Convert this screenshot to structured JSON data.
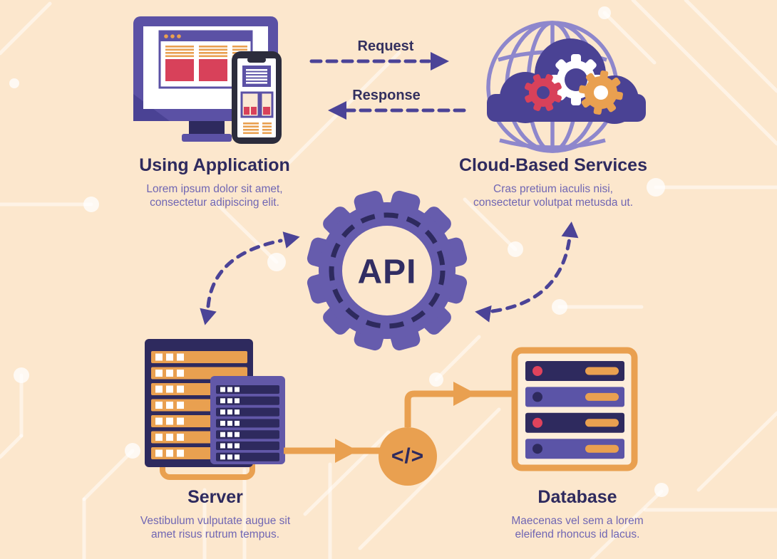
{
  "api_hub": {
    "label": "API"
  },
  "flow": {
    "request_label": "Request",
    "response_label": "Response"
  },
  "code_icon": {
    "symbol": "</>"
  },
  "nodes": {
    "application": {
      "title": "Using Application",
      "description": "Lorem ipsum dolor sit amet,\nconsectetur adipiscing elit."
    },
    "cloud": {
      "title": "Cloud-Based Services",
      "description": "Cras pretium iaculis nisi,\nconsectetur volutpat metusda ut."
    },
    "server": {
      "title": "Server",
      "description": "Vestibulum vulputate augue sit\namet risus rutrum tempus."
    },
    "database": {
      "title": "Database",
      "description": "Maecenas vel sem a lorem\neleifend rhoncus id lacus."
    }
  },
  "icons": {
    "api-gear-icon": "gear",
    "monitor-icon": "desktop-monitor",
    "smartphone-icon": "smartphone",
    "globe-icon": "wireframe-globe",
    "cloud-icon": "cloud-with-gears",
    "server-icon": "server-rack",
    "database-icon": "database-rack",
    "code-icon": "</>",
    "request-arrow-icon": "dashed-arrow-right",
    "response-arrow-icon": "dashed-arrow-left"
  },
  "colors": {
    "background": "#fce7cd",
    "navy": "#2e2a5e",
    "purple": "#5b51a5",
    "gear_purple": "#665cad",
    "cloud_purple": "#4a4294",
    "globe_lavender": "#8e87cc",
    "orange": "#e9a050",
    "red": "#d8415a",
    "arrow_purple": "#4b4397",
    "title_text": "#2e2a5e",
    "subtitle_text": "#7066b3"
  }
}
